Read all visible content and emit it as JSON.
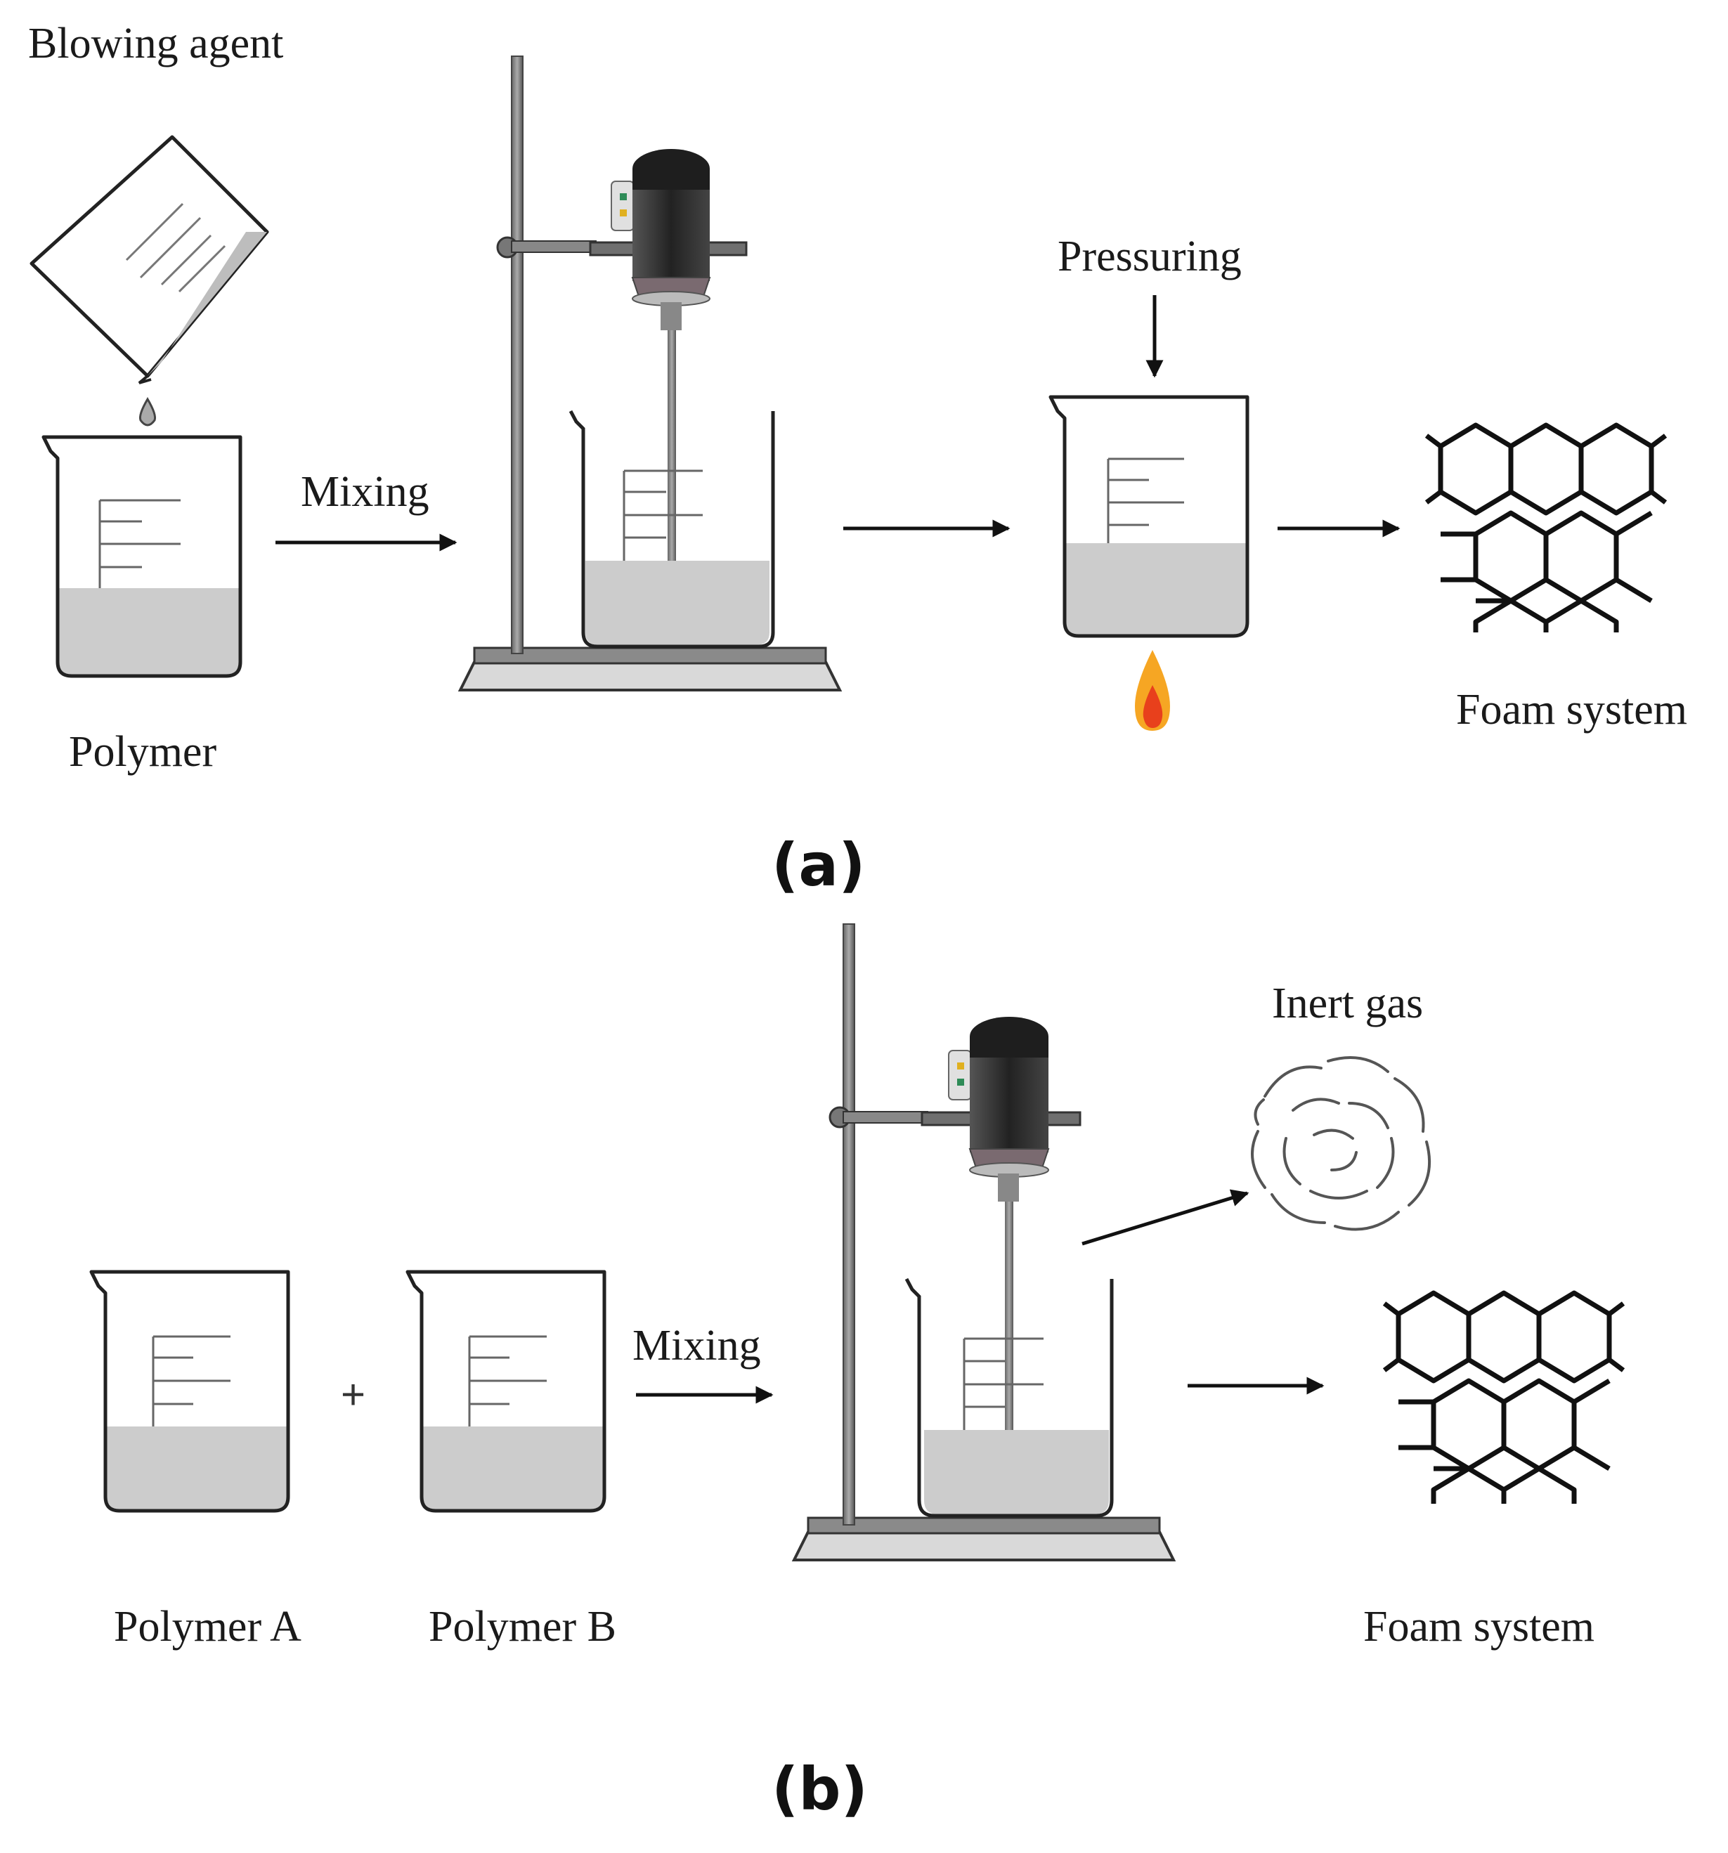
{
  "diagram": {
    "panel_a": {
      "caption": "(a)",
      "labels": {
        "blowing_agent": "Blowing agent",
        "polymer": "Polymer",
        "mixing": "Mixing",
        "pressuring": "Pressuring",
        "foam_system": "Foam system"
      }
    },
    "panel_b": {
      "caption": "(b)",
      "labels": {
        "polymer_a": "Polymer A",
        "polymer_b": "Polymer B",
        "plus": "+",
        "mixing": "Mixing",
        "inert_gas": "Inert gas",
        "foam_system": "Foam system"
      }
    }
  },
  "colors": {
    "liquid": "#cccccc",
    "outline": "#222222",
    "flame_outer": "#f6a623",
    "flame_inner": "#e8401c",
    "motor": "#2b2b2b"
  }
}
